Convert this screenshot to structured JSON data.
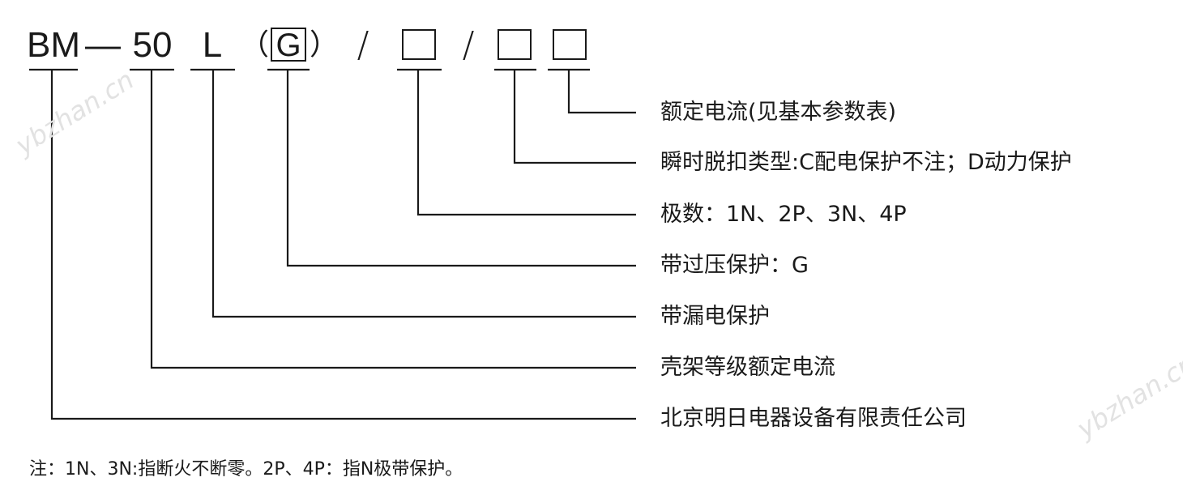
{
  "model_code": {
    "prefix": "BM",
    "dash": "—",
    "frame": "50",
    "leakage": "L",
    "paren_open": "（",
    "overvoltage": "G",
    "paren_close": "）",
    "slash": "/"
  },
  "descriptions": [
    "额定电流(见基本参数表)",
    "瞬时脱扣类型:C配电保护不注；D动力保护",
    "极数：1N、2P、3N、4P",
    "带过压保护：G",
    "带漏电保护",
    "壳架等级额定电流",
    "北京明日电器设备有限责任公司"
  ],
  "note": "注：1N、3N:指断火不断零。2P、4P：指N极带保护。",
  "watermark": "ybzhan.cn",
  "colors": {
    "ink": "#1a1a1a",
    "background": "#ffffff",
    "watermark": "#e2e2e2"
  }
}
